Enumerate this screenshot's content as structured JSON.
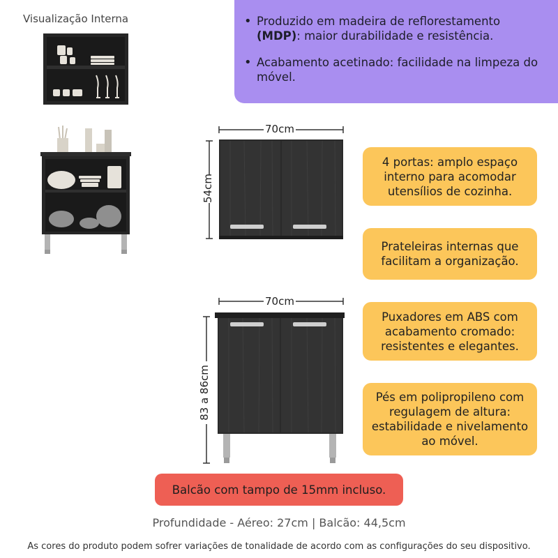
{
  "interno": {
    "title": "Visualização Interna"
  },
  "features": {
    "bullet1_pre": "Produzido em madeira de reflorestamento",
    "bullet1_bold": "(MDP)",
    "bullet1_post": ": maior durabilidade e resistência.",
    "bullet2": "Acabamento acetinado: facilidade na limpeza do móvel."
  },
  "dimensions": {
    "aereo_width": "70cm",
    "aereo_height": "54cm",
    "balcao_width": "70cm",
    "balcao_height": "83 a 86cm"
  },
  "cards": [
    {
      "text": "4 portas: amplo espaço interno para acomodar utensílios de cozinha."
    },
    {
      "text": "Prateleiras internas que facilitam a organização."
    },
    {
      "text": "Puxadores em ABS com acabamento cromado: resistentes e elegantes."
    },
    {
      "text": "Pés em polipropileno com regulagem de altura: estabilidade e nivelamento ao móvel."
    }
  ],
  "note": "Balcão com tampo de 15mm incluso.",
  "depth": "Profundidade - Aéreo: 27cm | Balcão: 44,5cm",
  "disclaimer": "As cores do produto podem sofrer variações de tonalidade de acordo com as configurações do seu dispositivo.",
  "colors": {
    "purple": "#a98ef0",
    "yellow": "#fcc65a",
    "red": "#ee5f54",
    "cabinet": "#2a2a2a"
  }
}
